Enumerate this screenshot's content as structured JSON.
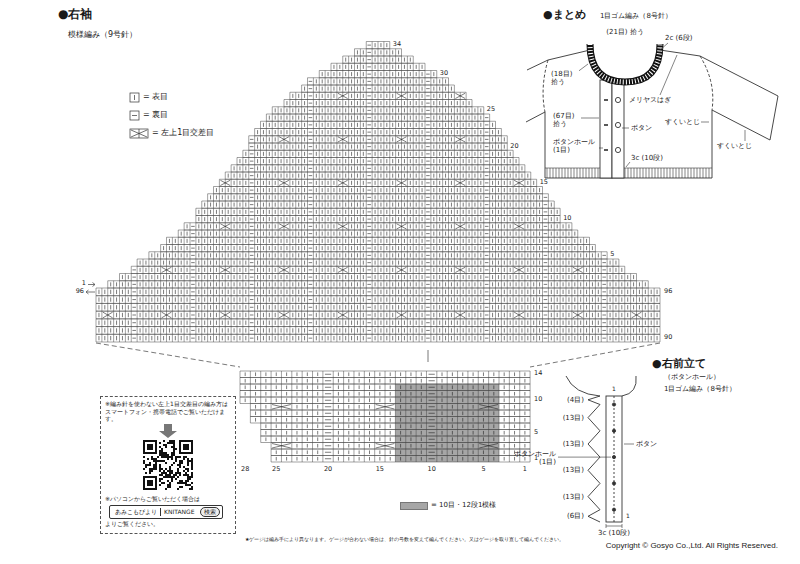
{
  "diagram": {
    "nodes": [
      {
        "text": [
          "※編み針を使わない左上1目交差目の編み方はスマートフォン・携帯電話でご覧いただけます。",
          "※パソコンからご覧いただく場合は",
          "よりご覧ください。"
        ]
      },
      {
        "text": [
          "あみこもぴより",
          "KNITANGE"
        ],
        "in": 0
      },
      {
        "text": [
          "検索"
        ],
        "in": 1
      }
    ],
    "labels": [
      "●右袖",
      "模様編み（9号針）",
      "34",
      "30",
      "25",
      "20",
      "15",
      "10",
      "5",
      "1",
      "96",
      "96",
      "90",
      "14",
      "10",
      "5",
      "1",
      "28",
      "25",
      "20",
      "15",
      "10",
      "5",
      "1",
      "●まとめ",
      "1目ゴム編み（8号針）",
      "(21目) 拾う",
      "2c (6段)",
      "(18目) 拾う",
      "すくいとじ",
      "すくいとじ",
      "メリヤスはぎ",
      "(67目) 拾う",
      "ボタン",
      "ボタンホール (1目)",
      "3c (10段)",
      "●右前立て",
      "（ボタンホール）",
      "1目ゴム編み（8号針）",
      "(4目)",
      "(13目)",
      "(13目)",
      "(13目)",
      "(13目)",
      "(6目)",
      "ボタンホール (1目)",
      "ボタン",
      "3c (10段)",
      "1",
      "1",
      "★ゲージは編み手により異なります。ゲージが合わない場合は、針の号数を変えて編んでください。又はゲージを取り直して編んでください。",
      "Copyright © Gosyo Co.,Ltd. All Rights Reserved."
    ],
    "legend": [
      {
        "text": "= 表目"
      },
      {
        "text": "= 裏目"
      },
      {
        "text": "= 左上1目交差目"
      },
      {
        "text": "= 10目・12段1模様",
        "color": "#a6a6a6"
      }
    ]
  }
}
